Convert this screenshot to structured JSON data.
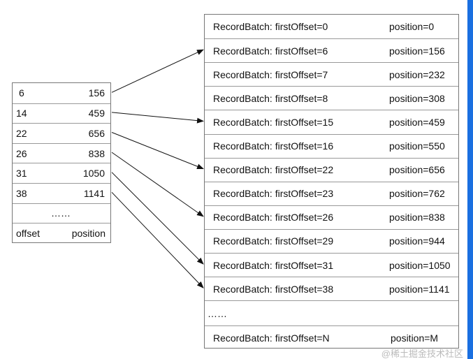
{
  "index_table": {
    "rows": [
      {
        "offset": "6",
        "position": "156"
      },
      {
        "offset": "14",
        "position": "459"
      },
      {
        "offset": "22",
        "position": "656"
      },
      {
        "offset": "26",
        "position": "838"
      },
      {
        "offset": "31",
        "position": "1050"
      },
      {
        "offset": "38",
        "position": "1141"
      }
    ],
    "ellipsis": "……",
    "header": {
      "offset": "offset",
      "position": "position"
    }
  },
  "log_table": {
    "rows": [
      {
        "batch": "RecordBatch: firstOffset=0",
        "position": "position=0"
      },
      {
        "batch": "RecordBatch: firstOffset=6",
        "position": "position=156"
      },
      {
        "batch": "RecordBatch: firstOffset=7",
        "position": "position=232"
      },
      {
        "batch": "RecordBatch: firstOffset=8",
        "position": "position=308"
      },
      {
        "batch": "RecordBatch: firstOffset=15",
        "position": "position=459"
      },
      {
        "batch": "RecordBatch: firstOffset=16",
        "position": "position=550"
      },
      {
        "batch": "RecordBatch: firstOffset=22",
        "position": "position=656"
      },
      {
        "batch": "RecordBatch: firstOffset=23",
        "position": "position=762"
      },
      {
        "batch": "RecordBatch: firstOffset=26",
        "position": "position=838"
      },
      {
        "batch": "RecordBatch: firstOffset=29",
        "position": "position=944"
      },
      {
        "batch": "RecordBatch: firstOffset=31",
        "position": "position=1050"
      },
      {
        "batch": "RecordBatch: firstOffset=38",
        "position": "position=1141"
      }
    ],
    "ellipsis": "……",
    "last": {
      "batch": "RecordBatch: firstOffset=N",
      "position": "position=M"
    }
  },
  "arrows": [
    {
      "from_offset": "6",
      "to_first_offset": "6"
    },
    {
      "from_offset": "14",
      "to_first_offset": "15"
    },
    {
      "from_offset": "22",
      "to_first_offset": "22"
    },
    {
      "from_offset": "26",
      "to_first_offset": "26"
    },
    {
      "from_offset": "31",
      "to_first_offset": "31"
    },
    {
      "from_offset": "38",
      "to_first_offset": "38"
    }
  ],
  "watermark": "@稀土掘金技术社区",
  "accent_color": "#1a6fe0"
}
